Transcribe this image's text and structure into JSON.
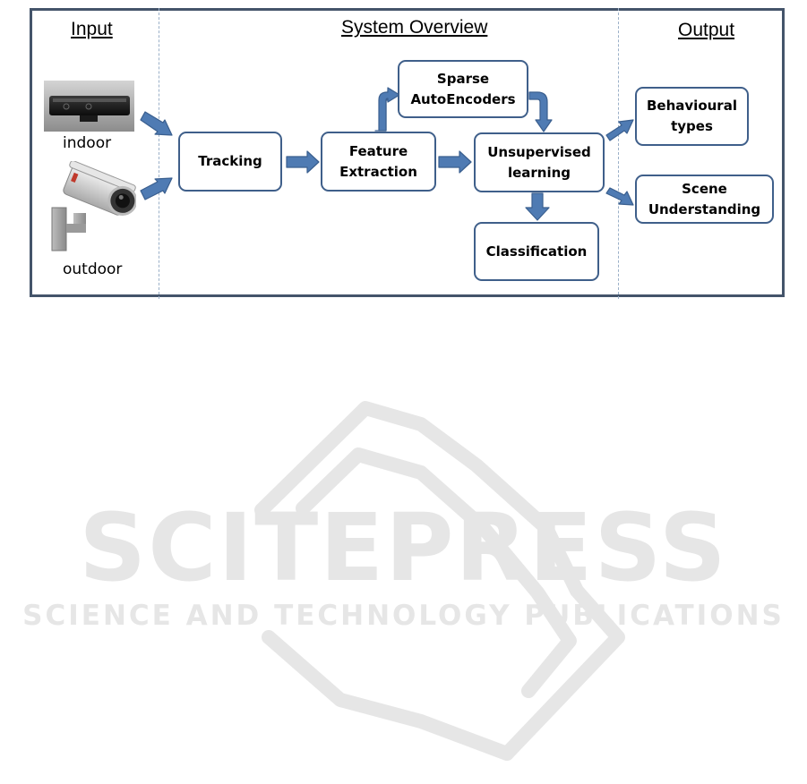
{
  "sections": {
    "input": "Input",
    "overview": "System Overview",
    "output": "Output"
  },
  "inputs": {
    "indoor_caption": "indoor",
    "outdoor_caption": "outdoor",
    "indoor_device_icon": "kinect-sensor-icon",
    "outdoor_device_icon": "cctv-camera-icon"
  },
  "nodes": {
    "tracking": "Tracking",
    "feature_extraction_line1": "Feature",
    "feature_extraction_line2": "Extraction",
    "sparse_line1": "Sparse",
    "sparse_line2": "AutoEncoders",
    "unsupervised_line1": "Unsupervised",
    "unsupervised_line2": "learning",
    "classification": "Classification",
    "behavioural_line1": "Behavioural",
    "behavioural_line2": "types",
    "scene_line1": "Scene",
    "scene_line2": "Understanding"
  },
  "watermark": {
    "line1": "SCITEPRESS",
    "line2": "SCIENCE AND TECHNOLOGY PUBLICATIONS"
  },
  "colors": {
    "frame": "#44546a",
    "box_border": "#3f5f8a",
    "arrow_fill": "#4f7bb3",
    "arrow_stroke": "#3a5f8f",
    "watermark": "#e6e6e6"
  }
}
